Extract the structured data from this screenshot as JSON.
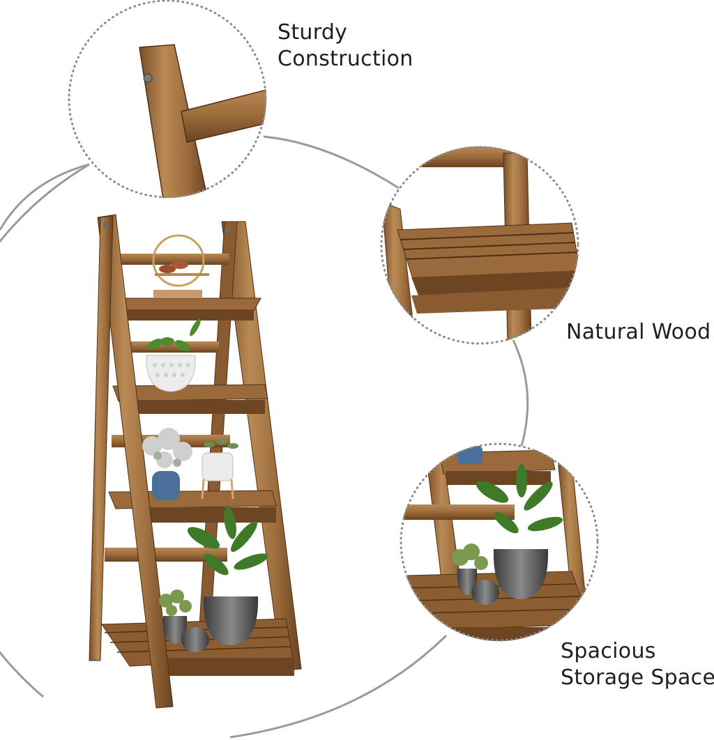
{
  "callouts": {
    "sturdy": {
      "line1": "Sturdy",
      "line2": "Construction"
    },
    "natural": {
      "line1": "Natural Wood"
    },
    "spacious": {
      "line1": "Spacious",
      "line2": "Storage Space"
    }
  },
  "colors": {
    "wood_light": "#b98a55",
    "wood_mid": "#9a6a3a",
    "wood_dark": "#6e4522",
    "wood_edge": "#4e2f16",
    "dotted_ring": "#8c8c8c",
    "connector_line": "#9a9a9a",
    "pot_white": "#ececec",
    "pot_stone": "#555555",
    "vase_blue": "#4a6f9a",
    "leaf_green": "#4f8a2e"
  },
  "icons": [
    "wooden-ladder-shelf",
    "plant-pot",
    "decor-bird",
    "zoom-circle"
  ]
}
